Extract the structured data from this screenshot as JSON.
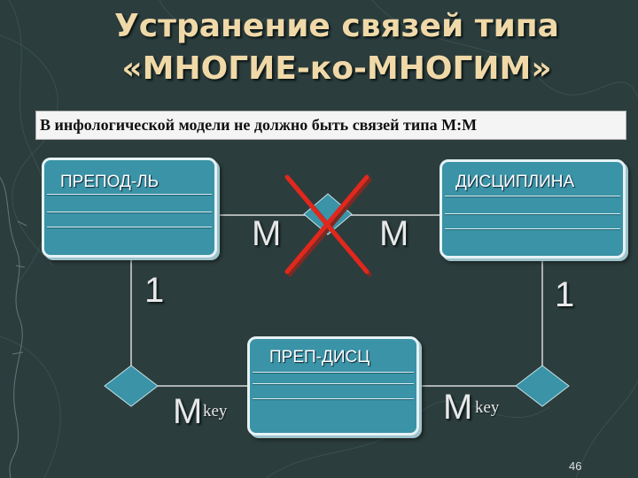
{
  "slide": {
    "title_line1": "Устранение связей типа",
    "title_line2": "«МНОГИЕ-ко-МНОГИМ»",
    "subtitle": "В инфологической модели не должно быть связей типа М:М",
    "page_number": "46"
  },
  "entities": {
    "teacher": "ПРЕПОД-ЛЬ",
    "discipline": "ДИСЦИПЛИНА",
    "link": "ПРЕП-ДИСЦ"
  },
  "cardinalities": {
    "mm_left": "M",
    "mm_right": "M",
    "one_left": "1",
    "one_right": "1",
    "many_left": "M",
    "many_right": "M",
    "key_left": "key",
    "key_right": "key"
  },
  "colors": {
    "entity_fill": "#3a93a6",
    "relationship_fill": "#3a93a6",
    "cross": "#e0281c",
    "title": "#f0d9a8"
  }
}
